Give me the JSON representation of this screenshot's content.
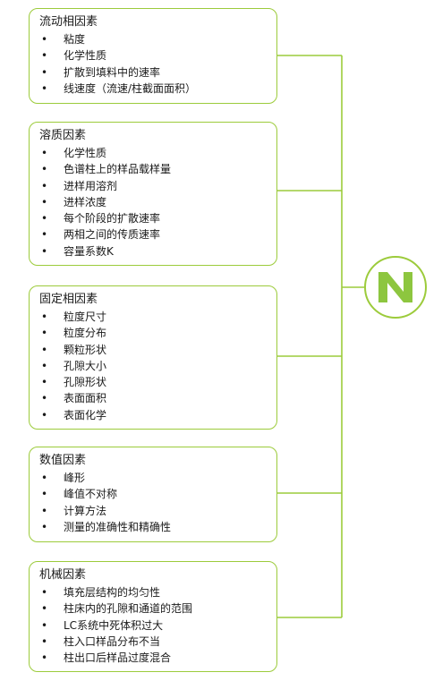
{
  "logo": {
    "letter": "N",
    "color": "#8dc63f"
  },
  "accent_color": "#9ccb3b",
  "bullet_char": "•",
  "groups": [
    {
      "title": "流动相因素",
      "items": [
        "粘度",
        "化学性质",
        "扩散到填料中的速率",
        "线速度（流速/柱截面面积）"
      ]
    },
    {
      "title": "溶质因素",
      "items": [
        "化学性质",
        "色谱柱上的样品载样量",
        "进样用溶剂",
        "进样浓度",
        "每个阶段的扩散速率",
        "两相之间的传质速率",
        "容量系数K"
      ]
    },
    {
      "title": "固定相因素",
      "items": [
        "粒度尺寸",
        "粒度分布",
        "颗粒形状",
        "孔隙大小",
        "孔隙形状",
        "表面面积",
        "表面化学"
      ]
    },
    {
      "title": "数值因素",
      "items": [
        "峰形",
        "峰值不对称",
        "计算方法",
        "测量的准确性和精确性"
      ]
    },
    {
      "title": "机械因素",
      "items": [
        "填充层结构的均匀性",
        "柱床内的孔隙和通道的范围",
        "LC系统中死体积过大",
        "柱入口样品分布不当",
        "柱出口后样品过度混合"
      ]
    }
  ]
}
